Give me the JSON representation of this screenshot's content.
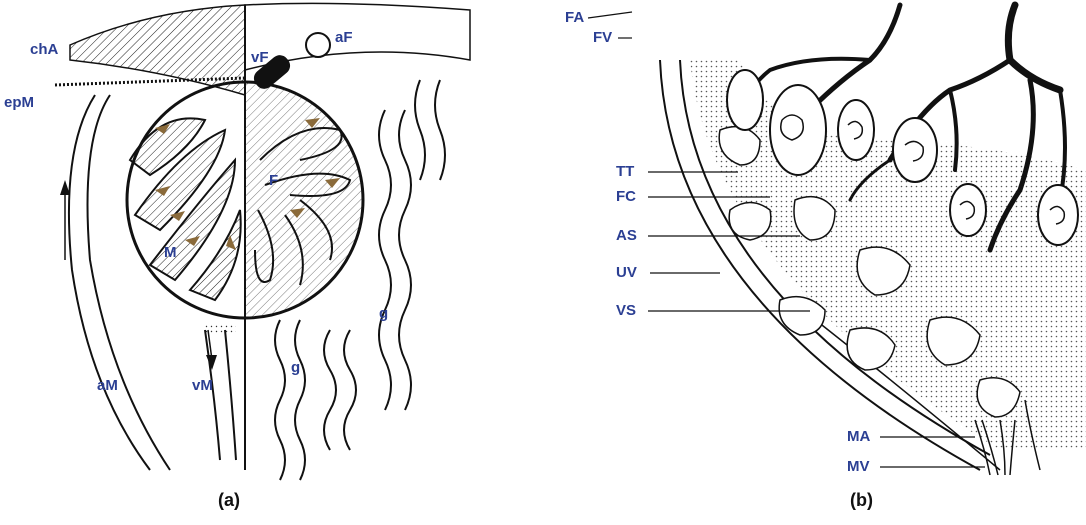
{
  "panel_a": {
    "caption": "(a)",
    "labels": {
      "chA": "chA",
      "epM": "epM",
      "vF": "vF",
      "aF": "aF",
      "F": "F",
      "M": "M",
      "g1": "g",
      "g2": "g",
      "aM": "aM",
      "vM": "vM"
    }
  },
  "panel_b": {
    "caption": "(b)",
    "labels": {
      "FA": "FA",
      "FV": "FV",
      "TT": "TT",
      "FC": "FC",
      "AS": "AS",
      "UV": "UV",
      "VS": "VS",
      "MA": "MA",
      "MV": "MV"
    }
  },
  "colors": {
    "label": "#2b3f93",
    "ink": "#111111",
    "arrow": "#8a6a3a"
  }
}
